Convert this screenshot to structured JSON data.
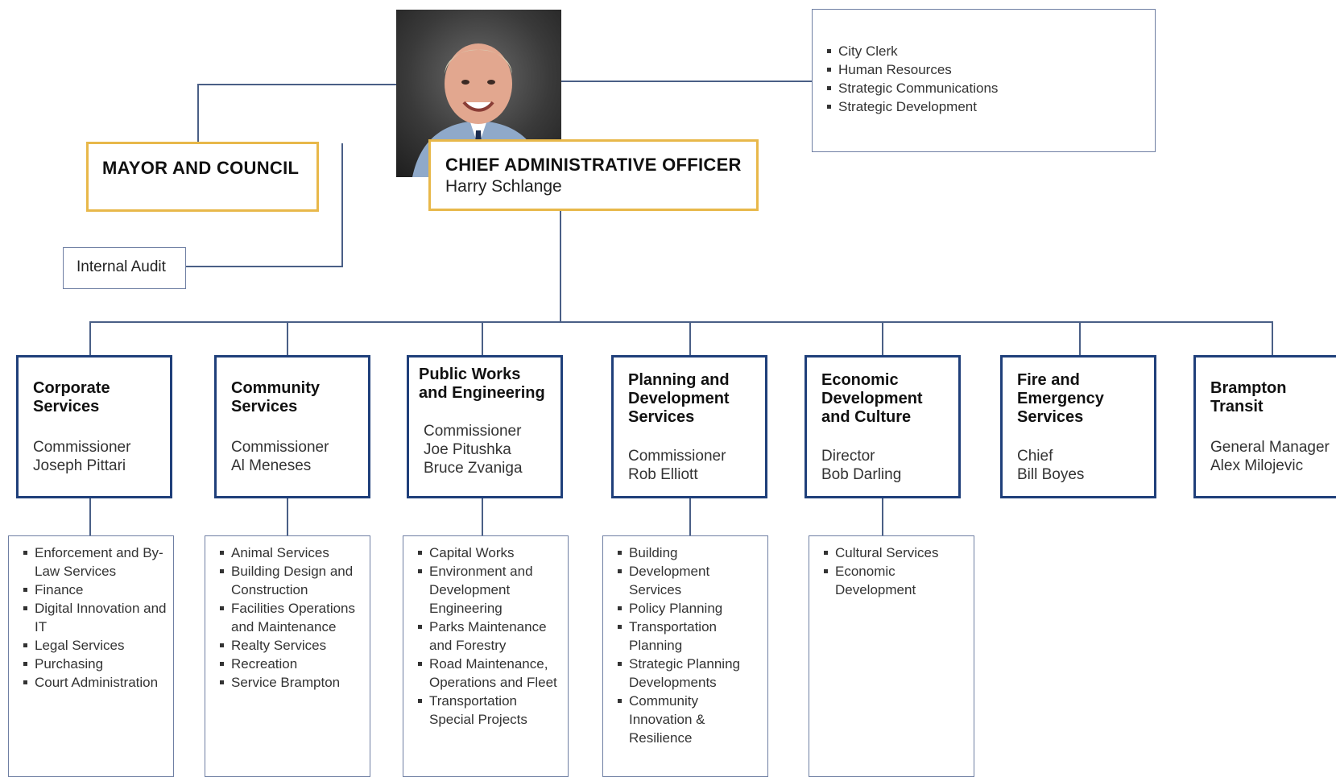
{
  "mayor_council": {
    "title": "MAYOR AND COUNCIL"
  },
  "cao": {
    "title": "CHIEF ADMINISTRATIVE OFFICER",
    "name": "Harry Schlange"
  },
  "internal_audit": {
    "label": "Internal Audit"
  },
  "cao_direct_units": [
    "City Clerk",
    "Human Resources",
    "Strategic Communications",
    "Strategic Development"
  ],
  "departments": [
    {
      "name": "Corporate\nServices",
      "role": "Commissioner\nJoseph Pittari",
      "units": [
        "Enforcement and By-Law Services",
        "Finance",
        "Digital Innovation and IT",
        "Legal Services",
        "Purchasing",
        "Court Administration"
      ]
    },
    {
      "name": "Community\nServices",
      "role": "Commissioner\nAl Meneses",
      "units": [
        "Animal Services",
        "Building Design and Construction",
        "Facilities Operations and Maintenance",
        "Realty Services",
        "Recreation",
        "Service Brampton"
      ]
    },
    {
      "name": "Public Works\nand Engineering",
      "role": "Commissioner\nJoe Pitushka\nBruce Zvaniga",
      "units": [
        "Capital Works",
        "Environment and Development Engineering",
        "Parks Maintenance and Forestry",
        "Road Maintenance, Operations and Fleet",
        "Transportation Special Projects"
      ]
    },
    {
      "name": "Planning and\nDevelopment\nServices",
      "role": "Commissioner\nRob Elliott",
      "units": [
        "Building",
        "Development Services",
        "Policy Planning",
        "Transportation Planning",
        "Strategic Planning Developments",
        "Community Innovation & Resilience"
      ]
    },
    {
      "name": "Economic\nDevelopment\nand Culture",
      "role": "Director\nBob Darling",
      "units": [
        "Cultural Services",
        "Economic Development"
      ]
    },
    {
      "name": "Fire and\nEmergency\nServices",
      "role": "Chief\nBill Boyes",
      "units": []
    },
    {
      "name": "Brampton\nTransit",
      "role": "General Manager\nAlex Milojevic",
      "units": []
    }
  ],
  "colors": {
    "accent_gold": "#e8b84a",
    "dept_navy": "#1f3f7a",
    "connector": "#4a5f86"
  }
}
